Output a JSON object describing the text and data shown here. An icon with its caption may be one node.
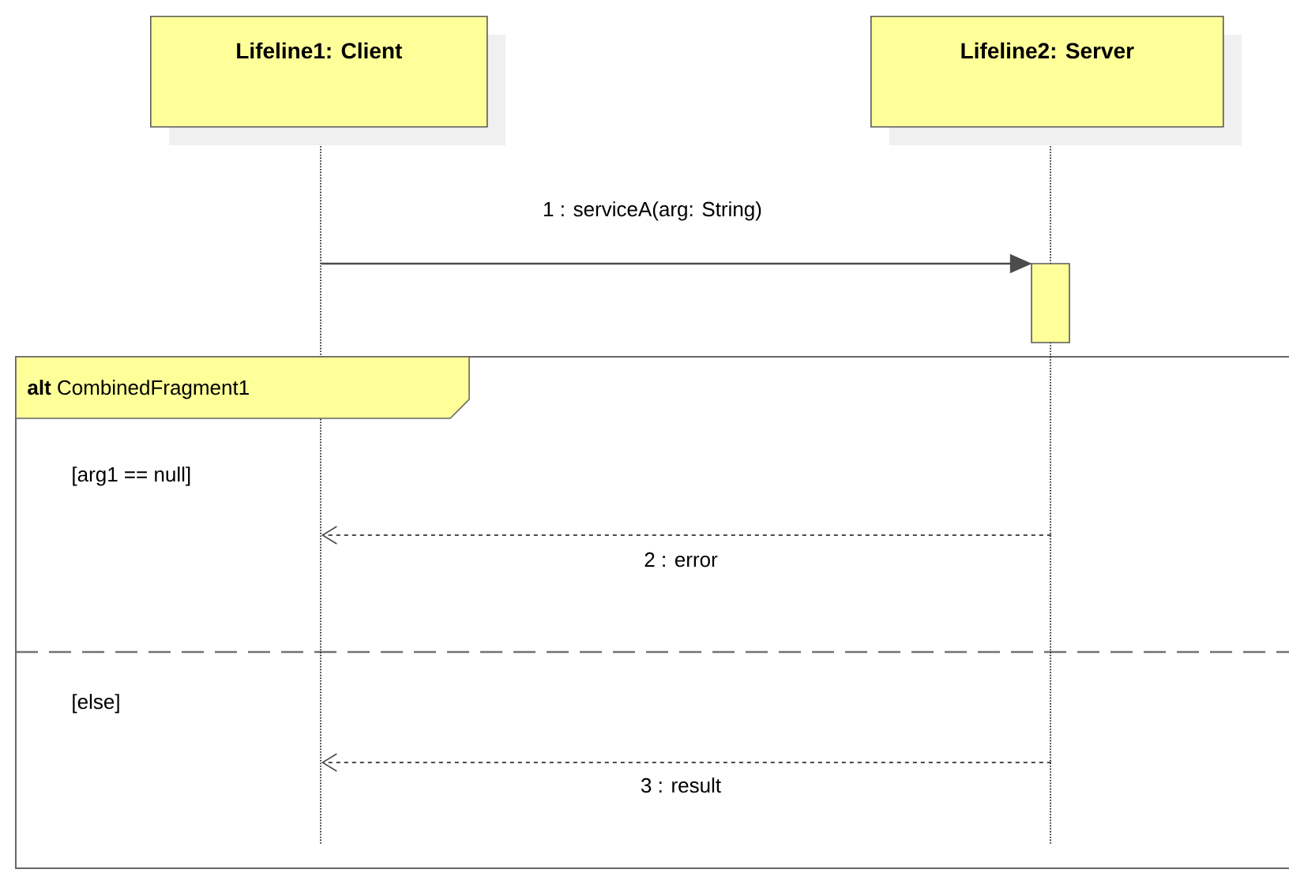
{
  "diagram": {
    "nodes": [
      {
        "text": [
          "Lifeline1: Client"
        ]
      },
      {
        "text": [
          "Lifeline2: Server"
        ]
      },
      {
        "text": [
          "**alt** CombinedFragment1"
        ]
      }
    ],
    "edges": [
      {
        "from": 0,
        "to": 1,
        "arrow": "to",
        "label": "1 : serviceA(arg: String)"
      },
      {
        "from": 1,
        "to": 0,
        "arrow": "to",
        "label": "2 : error",
        "style": "dashed"
      },
      {
        "from": 1,
        "to": 0,
        "arrow": "to",
        "label": "3 : result",
        "style": "dashed"
      }
    ],
    "labels": [
      "[arg1 == null]",
      "[else]"
    ]
  }
}
